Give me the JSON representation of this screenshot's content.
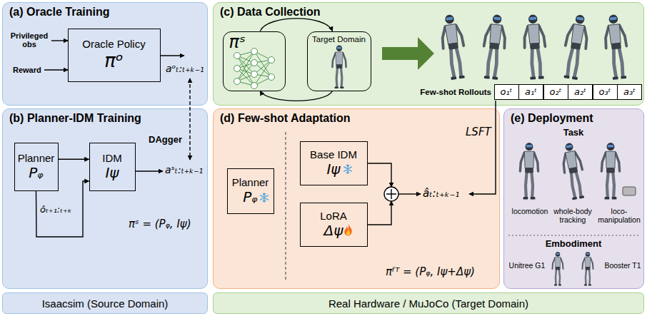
{
  "diagram": {
    "nodes": [
      {
        "text": [
          "(a) Oracle Training"
        ]
      },
      {
        "text": [
          "Oracle Policy",
          "πᵒ"
        ],
        "in": 0
      },
      {
        "text": [
          "(c) Data Collection"
        ]
      },
      {
        "text": [
          "πˢ"
        ],
        "in": 2
      },
      {
        "text": [
          "Target Domain"
        ],
        "in": 2
      },
      {
        "text": [
          "o₁ᵗ"
        ],
        "in": 2
      },
      {
        "text": [
          "a₁ᵗ"
        ],
        "in": 2
      },
      {
        "text": [
          "o₂ᵗ"
        ],
        "in": 2
      },
      {
        "text": [
          "a₂ᵗ"
        ],
        "in": 2
      },
      {
        "text": [
          "o₃ᵗ"
        ],
        "in": 2
      },
      {
        "text": [
          "a₃ᵗ"
        ],
        "in": 2
      },
      {
        "text": [
          "(b) Planner-IDM Training"
        ]
      },
      {
        "text": [
          "Planner",
          "Pᵩ"
        ],
        "in": 11
      },
      {
        "text": [
          "IDM",
          "Iψ"
        ],
        "in": 11
      },
      {
        "text": [
          "(d) Few-shot Adaptation"
        ]
      },
      {
        "text": [
          "Planner",
          "Pᵩ"
        ],
        "in": 14
      },
      {
        "text": [
          "Base IDM",
          "Iψ"
        ],
        "in": 14
      },
      {
        "text": [
          "LoRA",
          "Δψ"
        ],
        "in": 14
      },
      {
        "text": [
          "(e) Deployment"
        ]
      },
      {
        "text": [
          "Isaacsim (Source Domain)"
        ]
      },
      {
        "text": [
          "Real Hardware / MuJoCo (Target Domain)"
        ]
      }
    ],
    "edges": [
      {
        "from": 12,
        "to": 13,
        "arrow": "to"
      },
      {
        "from": 12,
        "to": 13,
        "arrow": "to",
        "label": "ôₜ₊₁:ₜ₊ₖ"
      },
      {
        "from": 3,
        "to": 4,
        "arrow": "to"
      },
      {
        "from": 4,
        "to": 3,
        "arrow": "to"
      }
    ],
    "labels": [
      "Privileged obs",
      "Reward",
      "aᵒₜ:ₜ₊ₖ₋₁",
      "DAgger",
      "aˢₜ:ₜ₊ₖ₋₁",
      "πˢ = (Pᵩ, Iψ)",
      "Few-shot Rollouts",
      "LSFT",
      "âₜ:ₜ₊ₖ₋₁",
      "πᶠᵀ = (Pᵩ, Iψ+Δψ)",
      "Task",
      "locomotion",
      "whole-body tracking",
      "loco-manipulation",
      "Embodiment",
      "Unitree G1",
      "Booster T1"
    ]
  }
}
